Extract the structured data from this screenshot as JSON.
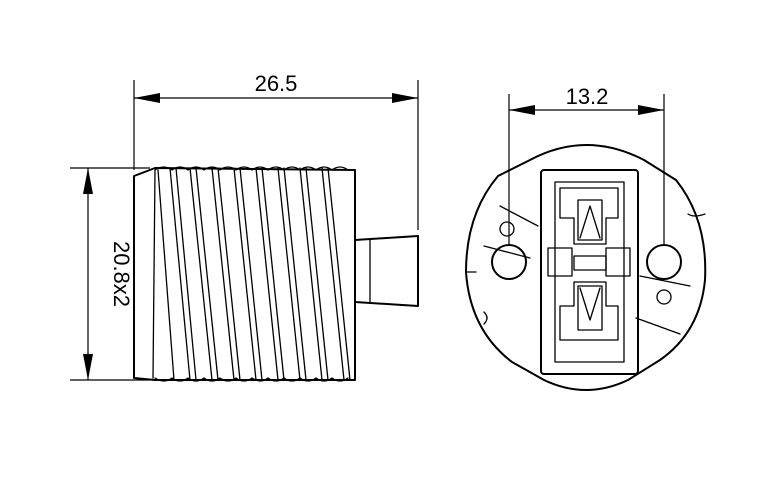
{
  "dimensions": {
    "length": "26.5",
    "thread": "20.8x2",
    "pin_spacing": "13.2"
  },
  "colors": {
    "line": "#000000",
    "background": "#ffffff"
  }
}
